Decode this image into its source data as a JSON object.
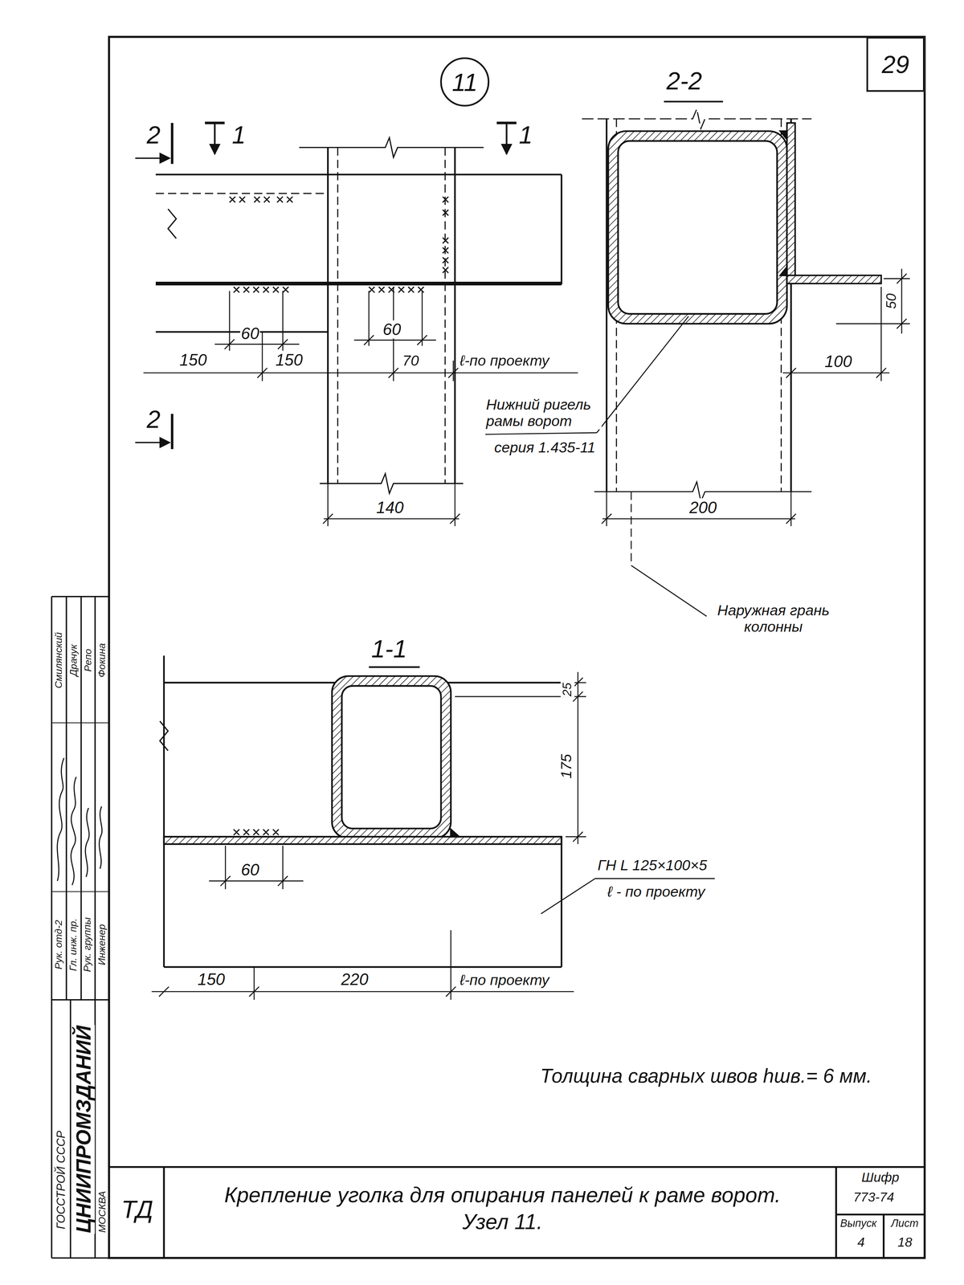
{
  "diagram": {
    "title": "Крепление уголка для опирания панелей к раме ворот. Узел 11.",
    "nodes": [
      {
        "text": [
          "29"
        ]
      },
      {
        "text": [
          "11"
        ]
      }
    ],
    "labels": [
      "2",
      "1",
      "1",
      "2-2",
      "60",
      "60",
      "150",
      "150",
      "70",
      "ℓ-по проекту",
      "100",
      "50",
      "2",
      "Нижний ригель рамы ворот",
      "серия 1.435-11",
      "140",
      "200",
      "Наружная грань колонны",
      "1-1",
      "25",
      "175",
      "60",
      "ГН L 125×100×5",
      "ℓ - по проекту",
      "150",
      "220",
      "ℓ-по проекту",
      "Толщина сварных швов hшв.= 6 мм.",
      "ТД",
      "Шифр",
      "773-74",
      "Выпуск",
      "4",
      "Лист",
      "18",
      "ГОССТРОЙ СССР",
      "ЦНИИПРОМЗДАНИЙ",
      "МОСКВА",
      "Рук. отд-2",
      "Гл. инж. пр.",
      "Рук. группы",
      "Инженер",
      "Смилянский",
      "Драчук",
      "Репо",
      "Фокина"
    ]
  }
}
